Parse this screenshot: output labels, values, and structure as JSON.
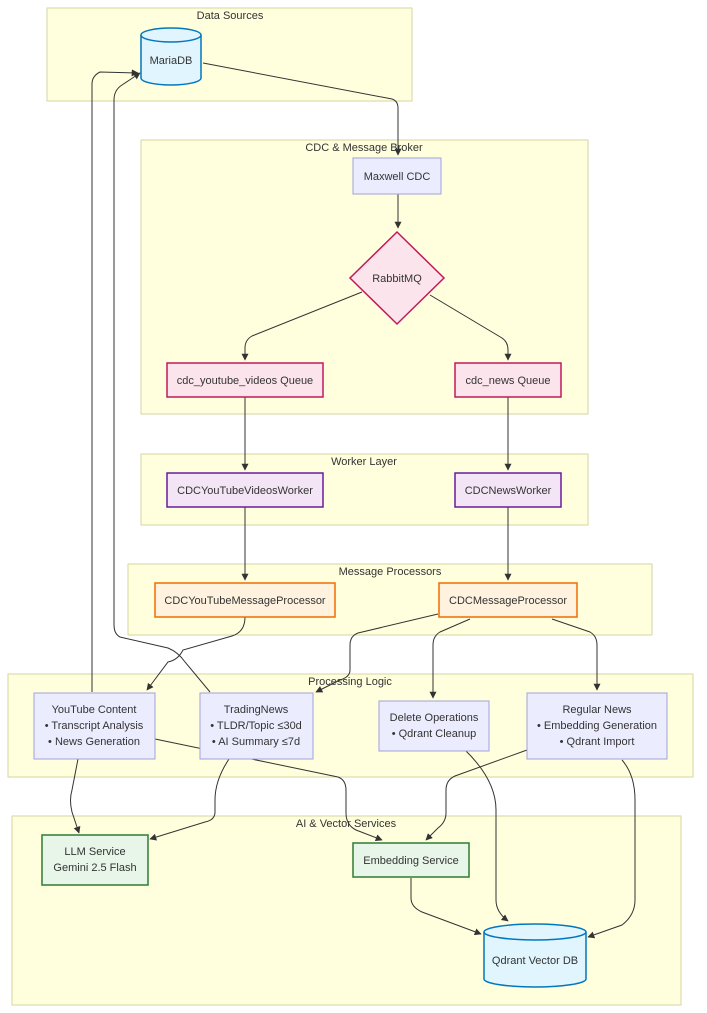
{
  "clusters": {
    "data_sources": "Data Sources",
    "cdc_broker": "CDC & Message Broker",
    "worker_layer": "Worker Layer",
    "message_processors": "Message Processors",
    "processing_logic": "Processing Logic",
    "ai_vector": "AI & Vector Services"
  },
  "nodes": {
    "mariadb": "MariaDB",
    "maxwell": "Maxwell CDC",
    "rabbitmq": "RabbitMQ",
    "yt_queue": "cdc_youtube_videos Queue",
    "news_queue": "cdc_news Queue",
    "yt_worker": "CDCYouTubeVideosWorker",
    "news_worker": "CDCNewsWorker",
    "yt_processor": "CDCYouTubeMessageProcessor",
    "msg_processor": "CDCMessageProcessor",
    "youtube_content": {
      "title": "YouTube Content",
      "line1": "• Transcript Analysis",
      "line2": "• News Generation"
    },
    "trading_news": {
      "title": "TradingNews",
      "line1": "• TLDR/Topic ≤30d",
      "line2": "• AI Summary ≤7d"
    },
    "delete_ops": {
      "title": "Delete Operations",
      "line1": "• Qdrant Cleanup"
    },
    "regular_news": {
      "title": "Regular News",
      "line1": "• Embedding Generation",
      "line2": "• Qdrant Import"
    },
    "llm": {
      "title": "LLM Service",
      "line1": "Gemini 2.5 Flash"
    },
    "embedding": "Embedding Service",
    "qdrant": "Qdrant Vector DB"
  },
  "colors": {
    "cluster_fill": "#ffffde",
    "default_node": "#ececff",
    "queue": "#c2185b",
    "worker": "#6a1b9a",
    "processor": "#ef6c00",
    "ai_service": "#2e7d32",
    "database": "#0277bd"
  }
}
